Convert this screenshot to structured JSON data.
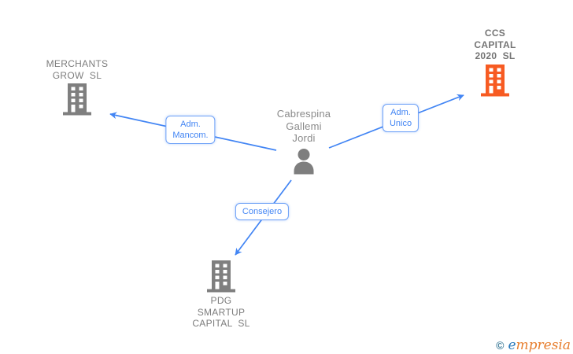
{
  "diagram": {
    "person": {
      "name": "Cabrespina\nGallemi\nJordi"
    },
    "companies": {
      "merchants": {
        "name": "MERCHANTS\nGROW  SL",
        "highlighted": false
      },
      "ccs": {
        "name": "CCS\nCAPITAL\n2020  SL",
        "highlighted": true
      },
      "pdg": {
        "name": "PDG\nSMARTUP\nCAPITAL  SL",
        "highlighted": false
      }
    },
    "relations": {
      "mancom": {
        "label": "Adm.\nMancom."
      },
      "unico": {
        "label": "Adm.\nUnico"
      },
      "consejero": {
        "label": "Consejero"
      }
    }
  },
  "watermark": {
    "copyright_symbol": "©",
    "brand_initial": "e",
    "brand_rest": "mpresia"
  },
  "colors": {
    "accent-blue": "#4285f4",
    "building-gray": "#7f7f7f",
    "building-orange": "#f75b22",
    "text-gray": "#7d7d7d",
    "logo-teal": "#47829e",
    "logo-blue": "#2878bb",
    "logo-orange": "#e77e2e"
  }
}
